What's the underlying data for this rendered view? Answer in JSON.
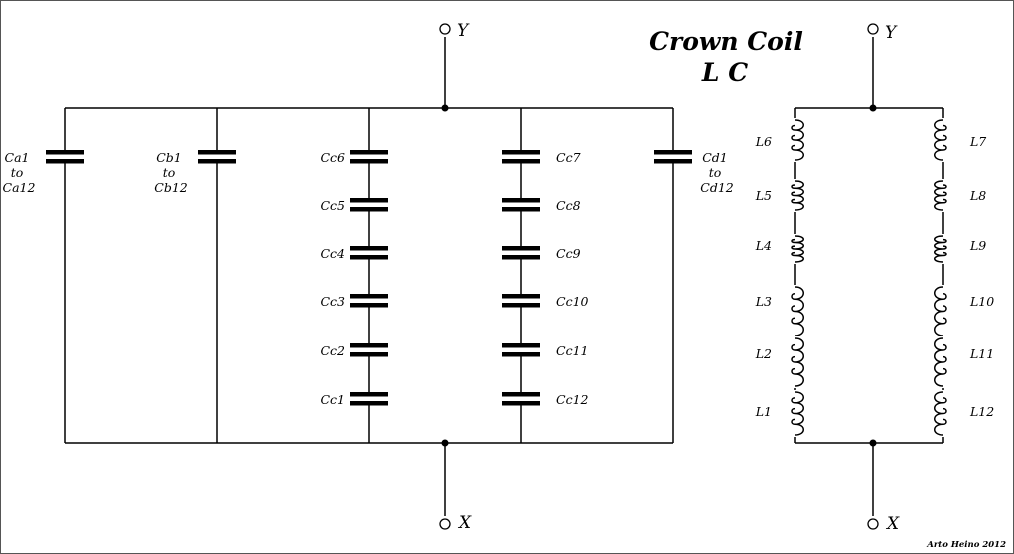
{
  "title": {
    "line1": "Crown Coil",
    "line2": "L C"
  },
  "credit": "Arto Heino 2012",
  "terminals": {
    "top": "Y",
    "bottom": "X"
  },
  "capacitors": {
    "a": {
      "line1": "Ca1",
      "line2": "to",
      "line3": "Ca12"
    },
    "b": {
      "line1": "Cb1",
      "line2": "to",
      "line3": "Cb12"
    },
    "d": {
      "line1": "Cd1",
      "line2": "to",
      "line3": "Cd12"
    },
    "c_left": [
      "Cc6",
      "Cc5",
      "Cc4",
      "Cc3",
      "Cc2",
      "Cc1"
    ],
    "c_right": [
      "Cc7",
      "Cc8",
      "Cc9",
      "Cc10",
      "Cc11",
      "Cc12"
    ]
  },
  "inductors": {
    "left": [
      "L6",
      "L5",
      "L4",
      "L3",
      "L2",
      "L1"
    ],
    "right": [
      "L7",
      "L8",
      "L9",
      "L10",
      "L11",
      "L12"
    ]
  },
  "colors": {
    "line": "#000000",
    "frame": "#555555",
    "background": "#ffffff"
  }
}
